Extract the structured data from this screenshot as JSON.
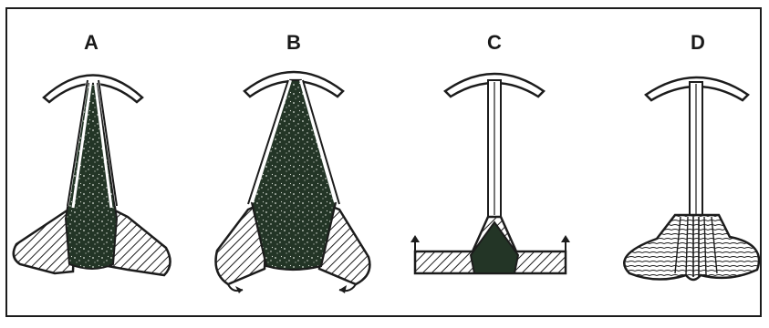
{
  "panels": [
    {
      "label": "A"
    },
    {
      "label": "B"
    },
    {
      "label": "C"
    },
    {
      "label": "D"
    }
  ],
  "colors": {
    "ink": "#1c1c1c",
    "dark_fill": "#233526",
    "paper": "#ffffff"
  }
}
